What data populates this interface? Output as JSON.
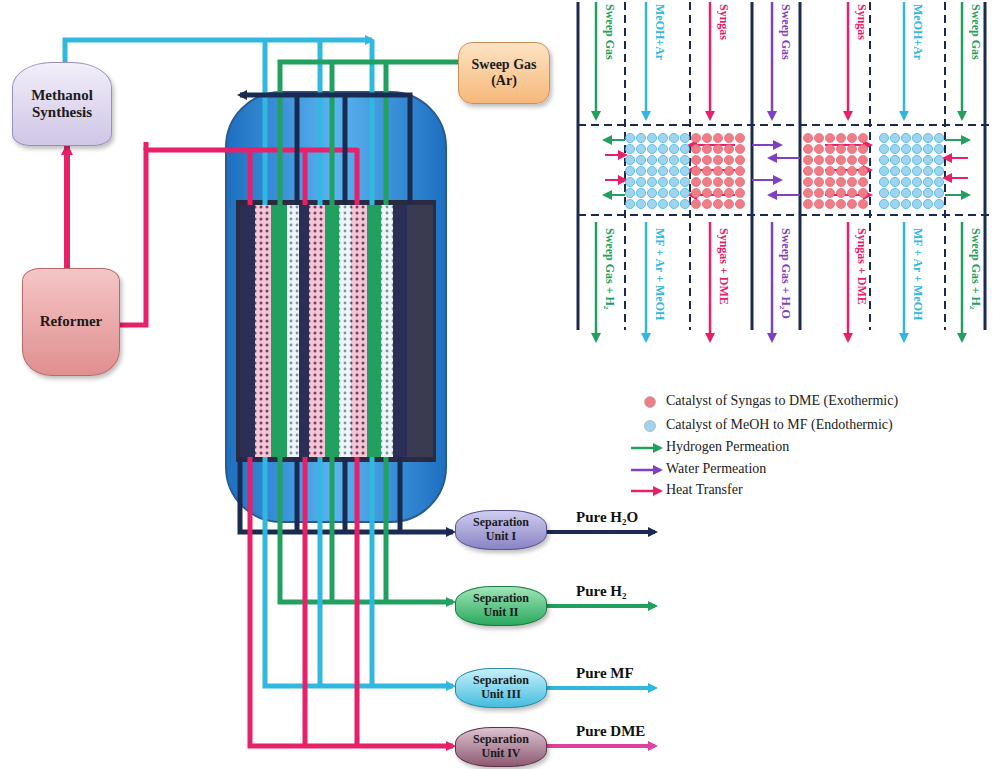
{
  "diagram": {
    "nodes": [
      {
        "text": [
          "Methanol Synthesis"
        ]
      },
      {
        "text": [
          "Sweep Gas (Ar)"
        ]
      },
      {
        "text": [
          "Reformer"
        ]
      },
      {
        "text": [
          "Separation Unit I"
        ]
      },
      {
        "text": [
          "Separation Unit II"
        ]
      },
      {
        "text": [
          "Separation Unit III"
        ]
      },
      {
        "text": [
          "Separation Unit IV"
        ]
      }
    ],
    "edges": [
      {
        "from": 2,
        "to": 0,
        "arrow": "to"
      }
    ],
    "labels": [
      "Sweep Gas",
      "MeOH+Ar",
      "Syngas",
      "Sweep Gas",
      "Syngas",
      "MeOH+Ar",
      "Sweep Gas",
      "Sweep Gas + H₂",
      "MF + Ar + MeOH",
      "Syngas + DME",
      "Sweep Gas + H₂O",
      "Syngas + DME",
      "MF + Ar + MeOH",
      "Sweep Gas + H₂",
      "Pure H₂O",
      "Pure H₂",
      "Pure MF",
      "Pure DME"
    ],
    "legend": [
      {
        "text": "Catalyst of Syngas to DME (Exothermic)",
        "color": "#f07c86"
      },
      {
        "text": "Catalyst of MeOH to MF (Endothermic)",
        "color": "#9fd4ef"
      },
      {
        "text": "Hydrogen Permeation"
      },
      {
        "text": "Water Permeation"
      },
      {
        "text": "Heat Transfer"
      }
    ]
  }
}
